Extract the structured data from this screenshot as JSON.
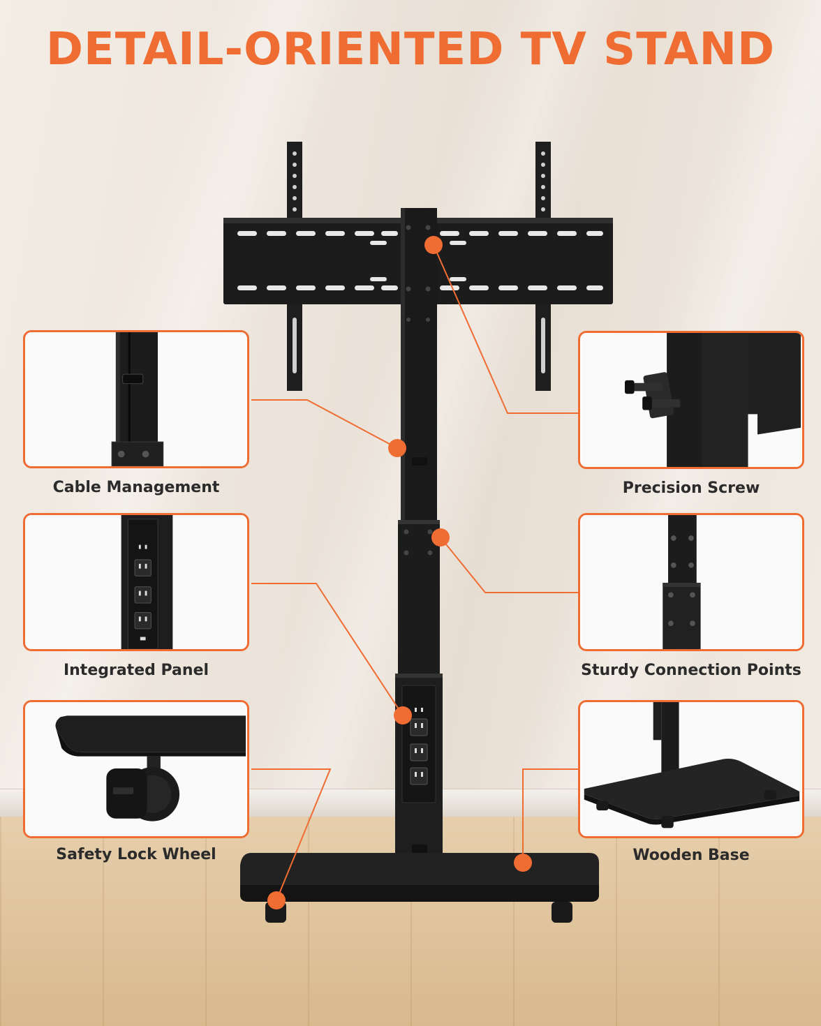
{
  "headline": "DETAIL-ORIENTED TV STAND",
  "colors": {
    "accent": "#ef6c33",
    "stand": "#1e1e1e",
    "caption_text": "#2b2b2b"
  },
  "features": [
    {
      "id": "cable-management",
      "label": "Cable Management"
    },
    {
      "id": "precision-screw",
      "label": "Precision Screw"
    },
    {
      "id": "integrated-panel",
      "label": "Integrated Panel"
    },
    {
      "id": "sturdy-connection-points",
      "label": "Sturdy Connection Points"
    },
    {
      "id": "safety-lock-wheel",
      "label": "Safety Lock Wheel"
    },
    {
      "id": "wooden-base",
      "label": "Wooden Base"
    }
  ]
}
